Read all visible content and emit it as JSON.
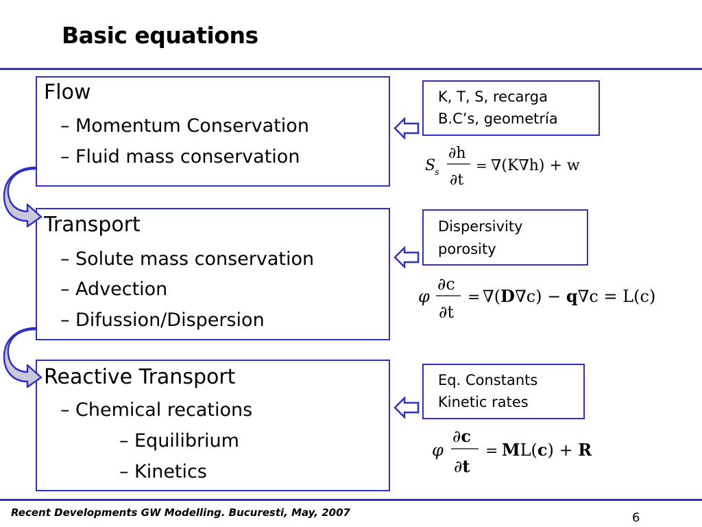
{
  "slide": {
    "title": "Basic equations",
    "footer": "Recent Developments GW Modelling. Bucuresti, May, 2007",
    "page_number": "6"
  },
  "flow": {
    "title": "Flow",
    "items": [
      "Momentum Conservation",
      "Fluid mass conservation"
    ],
    "params": [
      "K, T, S, recarga",
      "B.C’s, geometría"
    ]
  },
  "transport": {
    "title": "Transport",
    "items": [
      "Solute mass conservation",
      "Advection",
      "Difussion/Dispersion"
    ],
    "params": [
      "Dispersivity",
      "porosity"
    ]
  },
  "reactive": {
    "title": "Reactive Transport",
    "items": [
      "Chemical recations"
    ],
    "subitems": [
      "Equilibrium",
      "Kinetics"
    ],
    "params": [
      "Eq. Constants",
      "Kinetic rates"
    ]
  },
  "colors": {
    "accent": "#2e2ec8",
    "curved_arrow_fill": "#c8c8d8"
  }
}
